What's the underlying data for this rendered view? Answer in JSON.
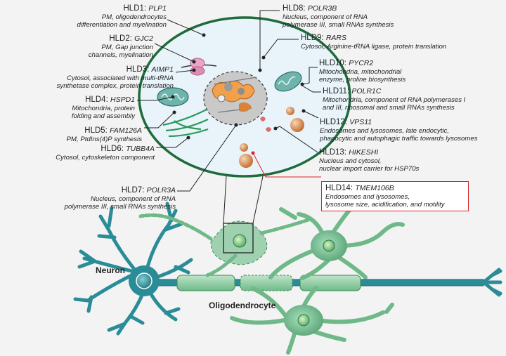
{
  "labels": [
    {
      "id": "hld1",
      "title": "HLD1:",
      "gene": "PLP1",
      "desc": [
        "PM, oligodendrocytes",
        "differentiation and myelination"
      ]
    },
    {
      "id": "hld2",
      "title": "HLD2:",
      "gene": "GJC2",
      "desc": [
        "PM, Gap junction",
        "channels, myelination"
      ]
    },
    {
      "id": "hld3",
      "title": "HLD3:",
      "gene": "AIMP1",
      "desc": [
        "Cytosol, associated with multi-tRNA",
        "synthetase complex, protein translation"
      ]
    },
    {
      "id": "hld4",
      "title": "HLD4:",
      "gene": "HSPD1",
      "desc": [
        "Mitochondria, protein",
        "folding and assembly"
      ]
    },
    {
      "id": "hld5",
      "title": "HLD5:",
      "gene": "FAM126A",
      "desc": [
        "PM, PtdIns(4)P synthesis"
      ]
    },
    {
      "id": "hld6",
      "title": "HLD6:",
      "gene": "TUBB4A",
      "desc": [
        "Cytosol, cytoskeleton component"
      ]
    },
    {
      "id": "hld7",
      "title": "HLD7:",
      "gene": "POLR3A",
      "desc": [
        "Nucleus, component of RNA",
        "polymerase III, small RNAs synthesis"
      ]
    },
    {
      "id": "hld8",
      "title": "HLD8:",
      "gene": "POLR3B",
      "desc": [
        "Nucleus, component of RNA",
        "polymerase III, small RNAs synthesis"
      ]
    },
    {
      "id": "hld9",
      "title": "HLD9:",
      "gene": "RARS",
      "desc": [
        "Cytosol, Arginine-tRNA ligase, protein translation"
      ]
    },
    {
      "id": "hld10",
      "title": "HLD10:",
      "gene": "PYCR2",
      "desc": [
        "Mitochondria, mitochondrial",
        "enzyme, proline biosynthesis"
      ]
    },
    {
      "id": "hld11",
      "title": "HLD11:",
      "gene": "POLR1C",
      "desc": [
        "Mitochondria, component of RNA polymerases I",
        "and III, ribosomal and small RNAs synthesis"
      ]
    },
    {
      "id": "hld12",
      "title": "HLD12:",
      "gene": "VPS11",
      "desc": [
        "Endosomes and lysosomes, late endocytic,",
        "phagocytic and autophagic traffic towards lysosomes"
      ]
    },
    {
      "id": "hld13",
      "title": "HLD13:",
      "gene": "HIKESHI",
      "desc": [
        "Nucleus and cytosol,",
        "nuclear import carrier for HSP70s"
      ]
    },
    {
      "id": "hld14",
      "title": "HLD14:",
      "gene": "TMEM106B",
      "desc": [
        "Endosomes and lysosomes,",
        "lysosome size, acidification, and motility"
      ]
    }
  ],
  "neuron_label": "Neuron",
  "oligo_label": "Oligodendrocyte",
  "colors": {
    "membrane": "#1f6b3c",
    "cell_fill": "#e9f3fa",
    "neuron": "#2a8c97",
    "oligo": "#6fbf8e",
    "lysosome": "#d5883f",
    "highlight": "#d62728"
  }
}
